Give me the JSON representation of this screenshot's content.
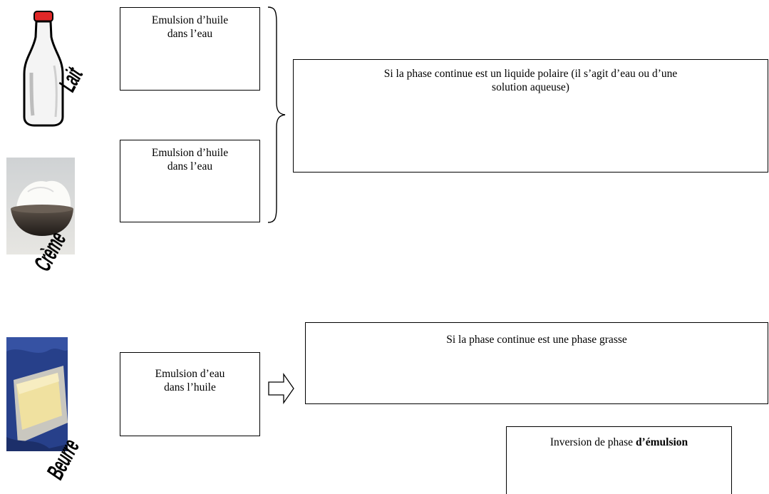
{
  "labels": {
    "milk": "Lait",
    "cream": "Crème",
    "butter": "Beurre"
  },
  "boxes": {
    "milk_emulsion": "Emulsion d’huile\ndans l’eau",
    "cream_emulsion": "Emulsion d’huile\ndans l’eau",
    "butter_emulsion": "Emulsion d’eau\ndans l’huile",
    "polar_phase": "Si la phase continue est un liquide polaire (il s’agit d’eau ou d’une\nsolution aqueuse)",
    "fat_phase": "Si la phase continue est une phase grasse",
    "inversion_prefix": "Inversion de phase ",
    "inversion_bold": "d’émulsion"
  }
}
